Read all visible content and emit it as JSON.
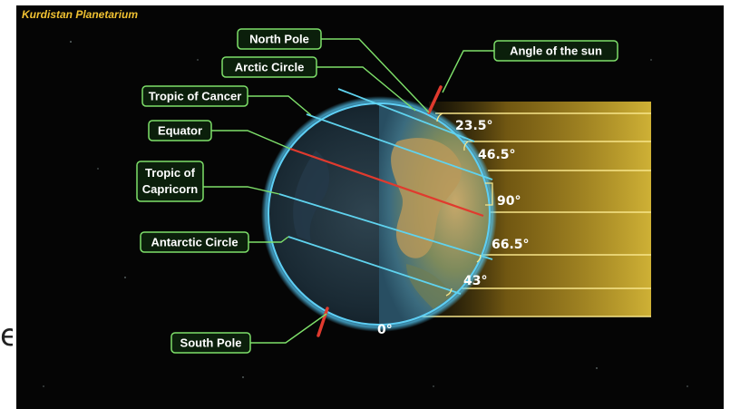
{
  "header": {
    "brand": "Kurdistan Planetarium"
  },
  "partial_letter": "e",
  "labels": {
    "north_pole": "North Pole",
    "arctic_circle": "Arctic Circle",
    "tropic_of_cancer": "Tropic of Cancer",
    "equator": "Equator",
    "tropic_of_capricorn_line1": "Tropic of",
    "tropic_of_capricorn_line2": "Capricorn",
    "antarctic_circle": "Antarctic Circle",
    "south_pole": "South Pole",
    "angle_of_sun": "Angle of the sun"
  },
  "angles": {
    "a1": "23.5°",
    "a2": "46.5°",
    "a3": "90°",
    "a4": "66.5°",
    "a5": "43°",
    "a6": "0°"
  },
  "colors": {
    "label_border": "#7ee06a",
    "label_fill": "#0b1f0b",
    "leader": "#7ee06a",
    "latitude_line": "#5fd3ef",
    "equator_line": "#e03a2e",
    "axis_marker": "#e03a2e",
    "sun_ray": "#f7e58a",
    "sun_glow": "#e2b828",
    "brand_text": "#f1c232"
  }
}
